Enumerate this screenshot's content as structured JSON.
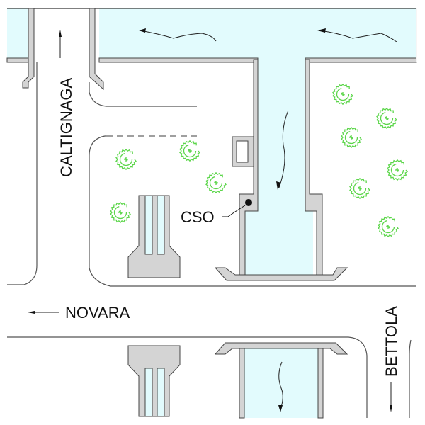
{
  "labels": {
    "caltignaga": "CALTIGNAGA",
    "novara": "NOVARA",
    "bettola": "BETTOLA",
    "cso": "CSO"
  },
  "colors": {
    "water": "#e2fbfd",
    "wall": "#d4d4d4",
    "tree": "#5cd64a",
    "line": "#444444"
  },
  "icons": {
    "tree": "tree-symbol-icon",
    "cso_point": "filled-circle-icon",
    "flow_arrow": "wavy-arrow-icon"
  },
  "trees": {
    "left_count": 4,
    "right_count": 6
  }
}
